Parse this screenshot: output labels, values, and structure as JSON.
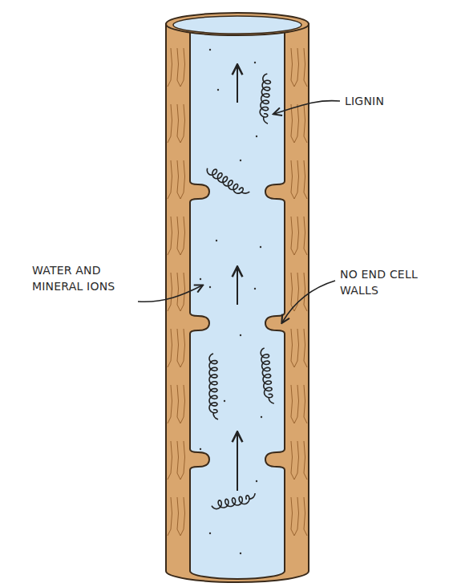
{
  "diagram": {
    "labels": [
      "LIGNIN",
      "WATER AND MINERAL IONS",
      "NO END CELL WALLS"
    ]
  }
}
